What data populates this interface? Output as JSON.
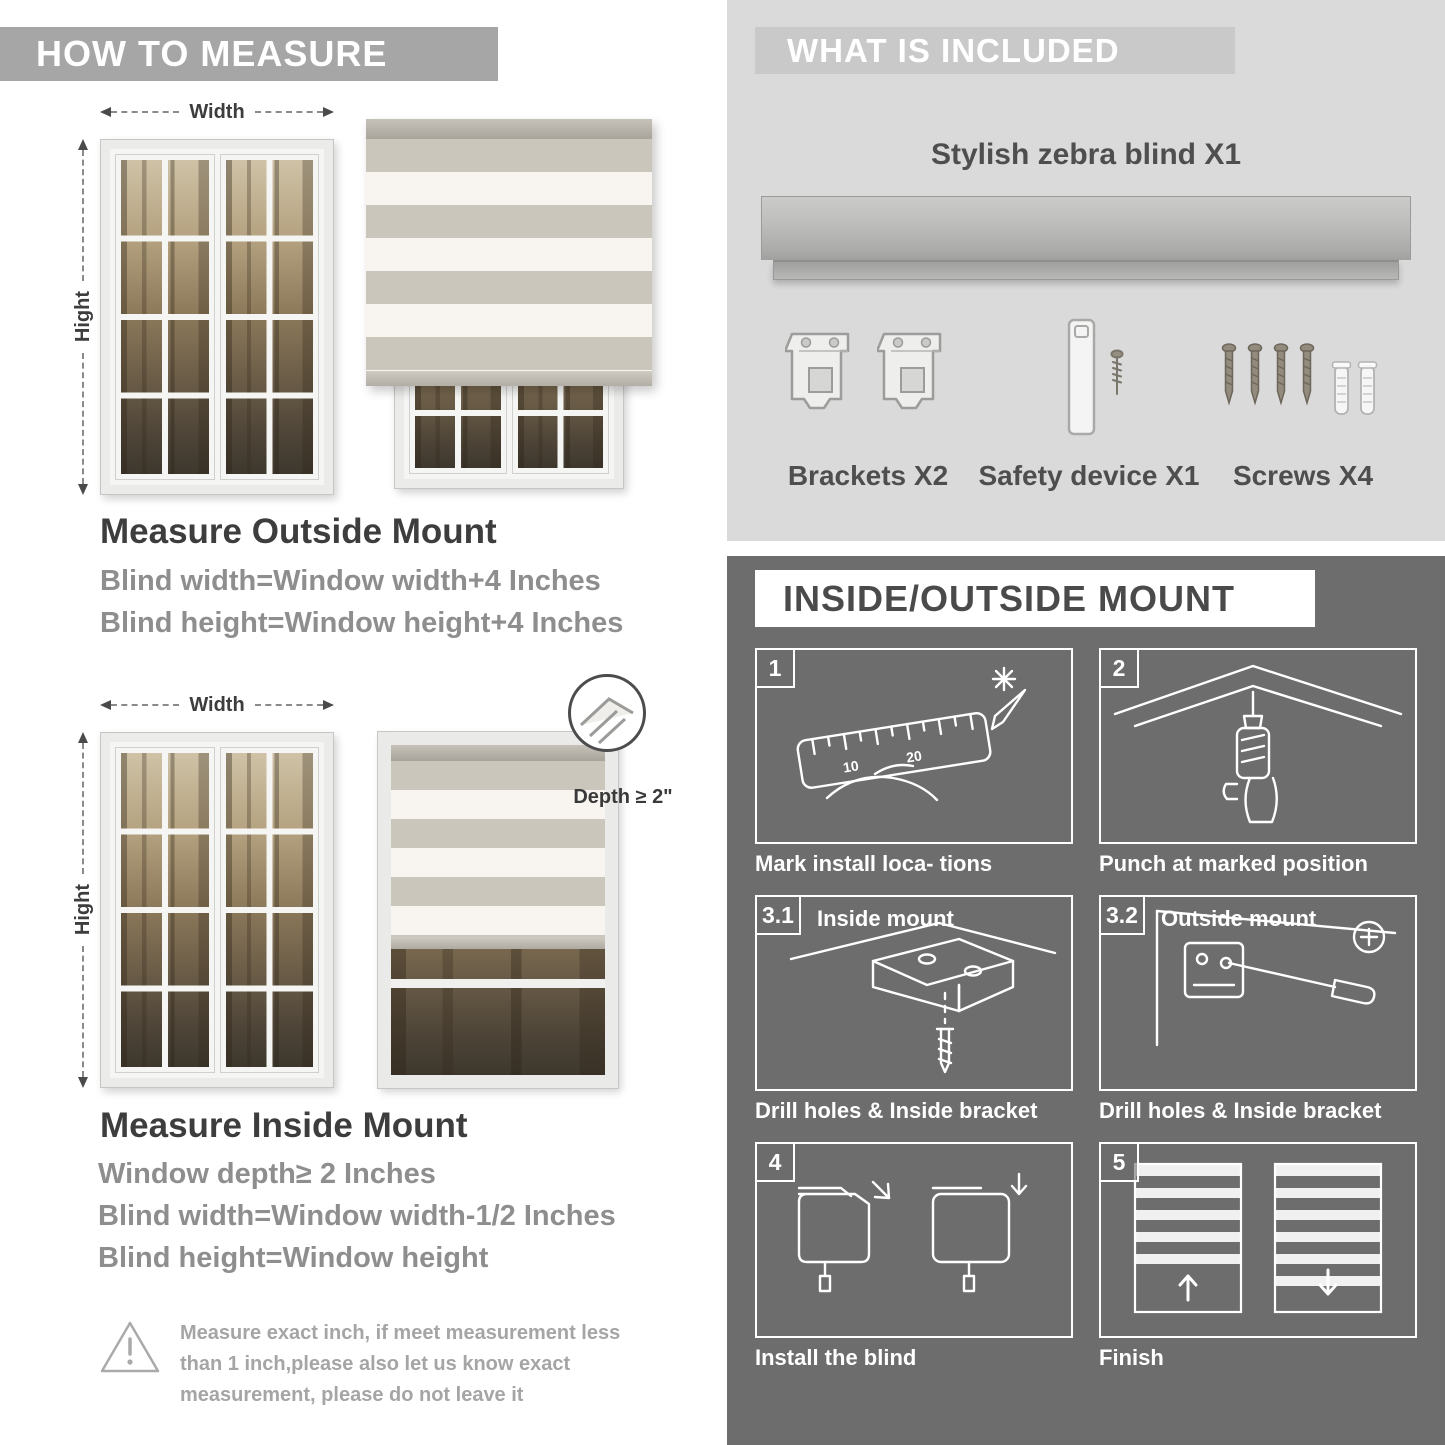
{
  "colors": {
    "light_section_bg": "#dadada",
    "dark_section_bg": "#6d6d6d",
    "left_banner_bg": "#a6a6a6",
    "included_banner_bg": "#c9c9c9",
    "heading_text": "#3d3d3d",
    "body_text": "#8e8e8e",
    "caption_text": "#ffffff"
  },
  "left": {
    "header": "HOW TO MEASURE",
    "outside_figure": {
      "width_label": "Width",
      "height_label": "Hight"
    },
    "outside": {
      "title": "Measure Outside Mount",
      "lines": [
        "Blind width=Window width+4 Inches",
        "Blind height=Window height+4 Inches"
      ]
    },
    "inside_figure": {
      "width_label": "Width",
      "height_label": "Hight",
      "depth_label": "Depth ≥ 2\""
    },
    "inside": {
      "title": "Measure Inside Mount",
      "lines": [
        "Window depth≥ 2 Inches",
        "Blind width=Window width-1/2 Inches",
        "Blind height=Window height"
      ]
    },
    "warning": {
      "icon": "warning-triangle-icon",
      "text": "Measure exact inch, if meet measurement less than 1 inch,please also let us know exact measurement, please do not leave it"
    }
  },
  "included": {
    "header": "WHAT IS INCLUDED",
    "product_label": "Stylish zebra blind X1",
    "items": [
      {
        "label": "Brackets X2",
        "icon": "bracket-icon"
      },
      {
        "label": "Safety device X1",
        "icon": "safety-device-icon"
      },
      {
        "label": "Screws X4",
        "icon": "screws-icon"
      }
    ]
  },
  "mount": {
    "header": "INSIDE/OUTSIDE MOUNT",
    "steps": [
      {
        "num": "1",
        "label": "",
        "caption": "Mark install loca- tions",
        "icon": "measure-mark-icon",
        "ruler_marks": [
          "10",
          "20"
        ]
      },
      {
        "num": "2",
        "label": "",
        "caption": "Punch at  marked position",
        "icon": "drill-icon"
      },
      {
        "num": "3.1",
        "label": "Inside mount",
        "caption": "Drill holes &  Inside bracket",
        "icon": "inside-bracket-icon"
      },
      {
        "num": "3.2",
        "label": "Outside mount",
        "caption": "Drill holes &  Inside bracket",
        "icon": "outside-bracket-icon"
      },
      {
        "num": "4",
        "label": "",
        "caption": "Install the blind",
        "icon": "install-blind-icon"
      },
      {
        "num": "5",
        "label": "",
        "caption": "Finish",
        "icon": "finish-blinds-icon"
      }
    ]
  }
}
